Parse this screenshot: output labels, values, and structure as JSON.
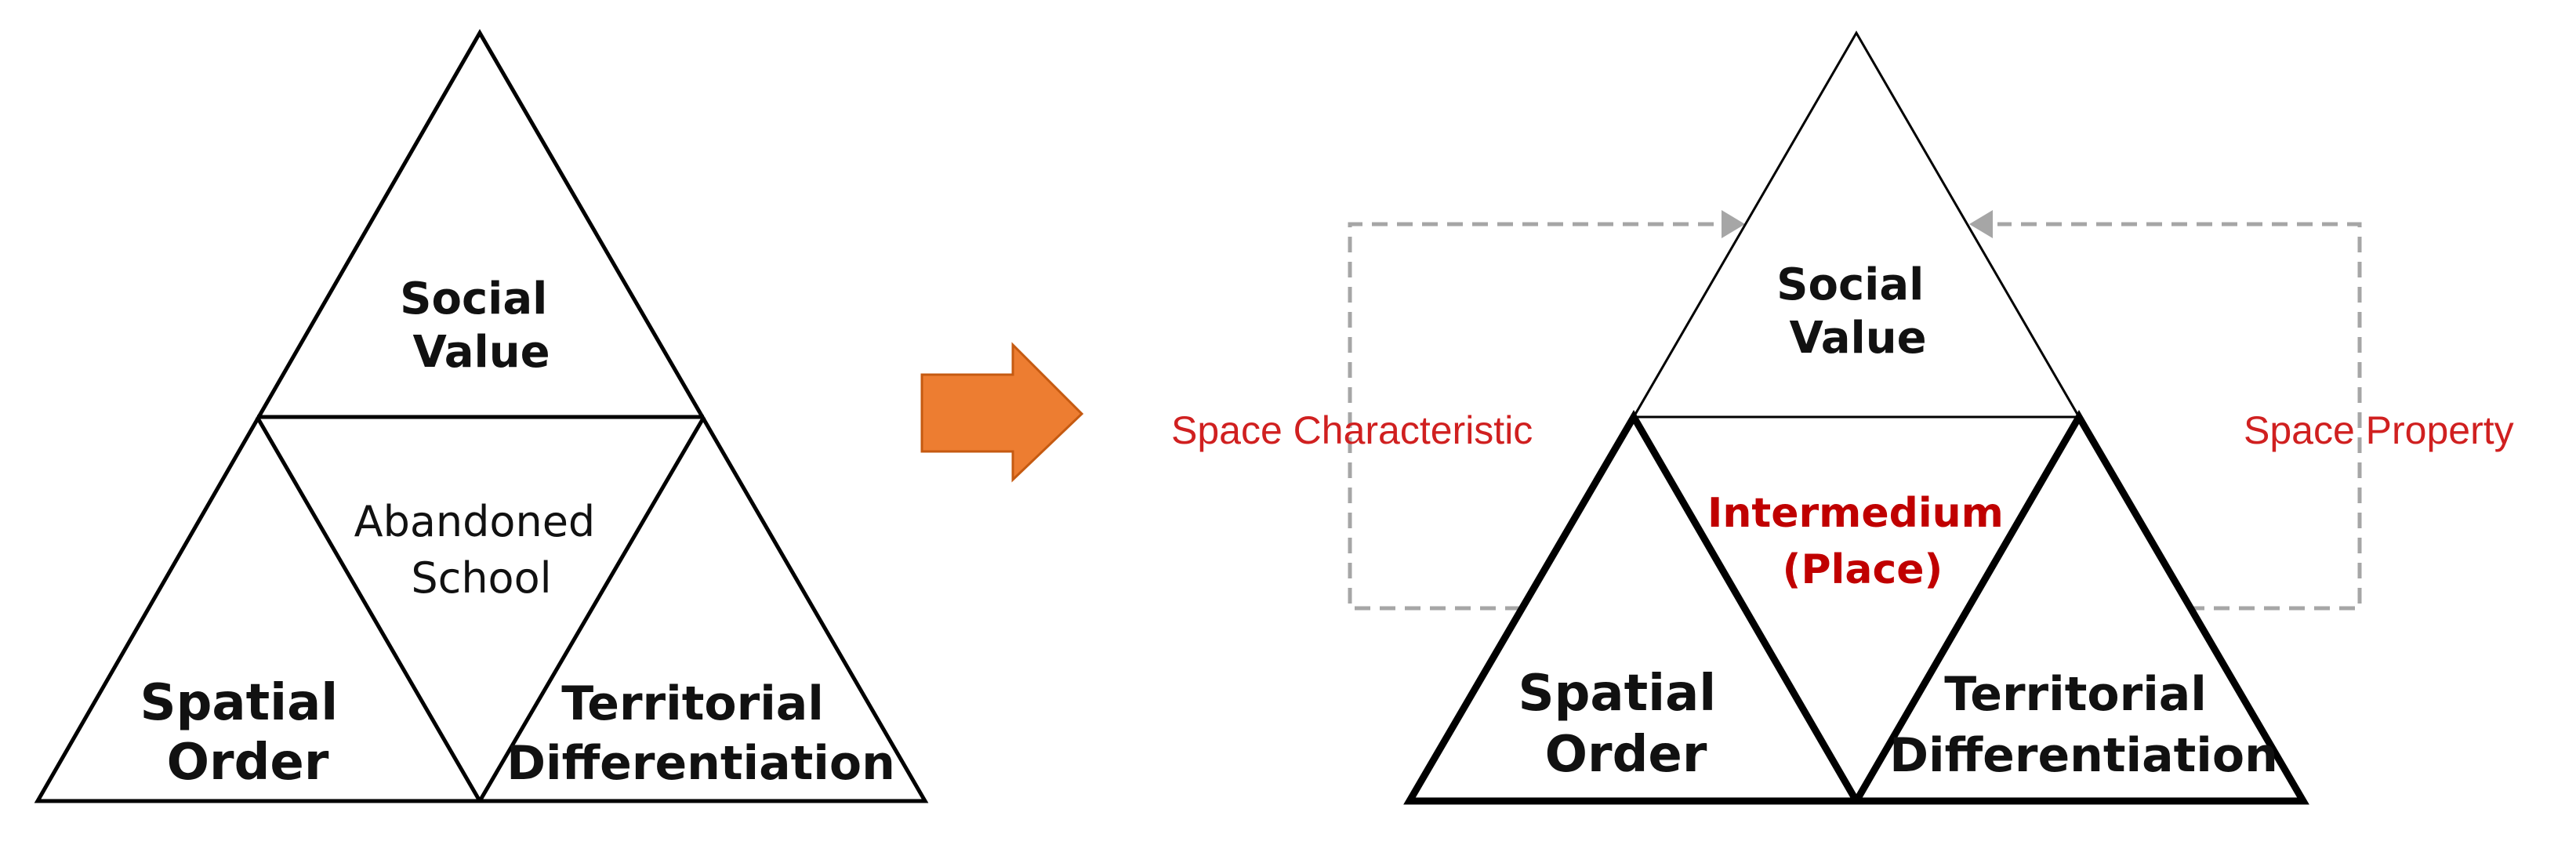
{
  "colors": {
    "stroke": "#000000",
    "arrow_fill": "#ed7d31",
    "arrow_stroke": "#c55a11",
    "dashed": "#a6a6a6",
    "highlight_text": "#c00000",
    "relation_text": "#d02020"
  },
  "left_diagram": {
    "top_label": [
      "Social",
      "Value"
    ],
    "center_label": [
      "Abandoned",
      "School"
    ],
    "left_label": [
      "Spatial",
      "Order"
    ],
    "right_label": [
      "Territorial",
      "Differentiation"
    ]
  },
  "right_diagram": {
    "top_label": [
      "Social",
      "Value"
    ],
    "center_label": [
      "Intermedium",
      "(Place)"
    ],
    "left_label": [
      "Spatial",
      "Order"
    ],
    "right_label": [
      "Territorial",
      "Differentiation"
    ],
    "left_relation": "Space Characteristic",
    "right_relation": "Space Property"
  },
  "transition_arrow_icon": "block-arrow-right"
}
